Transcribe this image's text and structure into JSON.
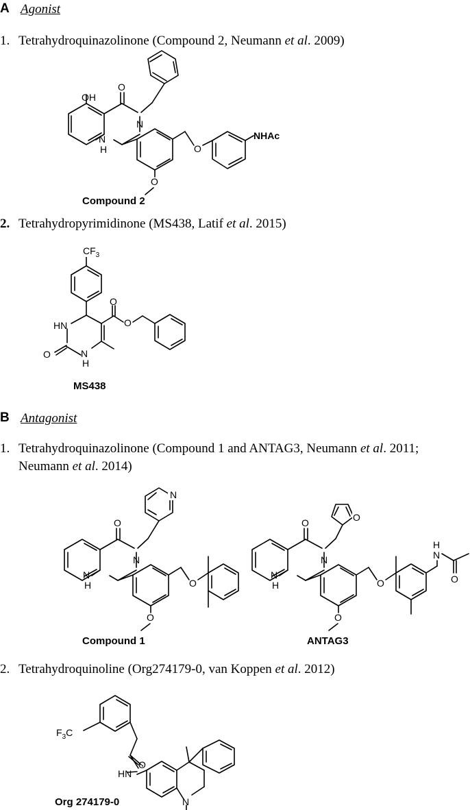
{
  "sections": [
    {
      "letter": "A",
      "title": "Agonist",
      "items": [
        {
          "num": "1.",
          "text_pre": "Tetrahydroquinazolinone (Compound 2, Neumann ",
          "etal": "et al",
          "text_post": ". 2009)"
        },
        {
          "num": "2.",
          "text_pre": "Tetrahydropyrimidinone (MS438, Latif ",
          "etal": "et al",
          "text_post": ". 2015)"
        }
      ]
    },
    {
      "letter": "B",
      "title": "Antagonist",
      "items": [
        {
          "num": "1.",
          "line1_pre": "Tetrahydroquinazolinone (Compound 1 and ANTAG3, Neumann ",
          "etal1": "et al",
          "line1_post": ". 2011;",
          "line2_pre": "Neumann ",
          "etal2": "et al",
          "line2_post": ". 2014)"
        },
        {
          "num": "2.",
          "text_pre": "Tetrahydroquinoline (Org274179-0, van Koppen ",
          "etal": "et al",
          "text_post": ". 2012)"
        }
      ]
    }
  ],
  "compounds": {
    "compound2": "Compound 2",
    "ms438": "MS438",
    "compound1": "Compound 1",
    "antag3": "ANTAG3",
    "org": "Org 274179-0"
  },
  "atoms": {
    "oh": "OH",
    "o": "O",
    "n": "N",
    "h": "H",
    "nh": "NH",
    "hn": "HN",
    "nhac": "NHAc",
    "cf3_a": "CF",
    "cf3_b": "3",
    "f3c_a": "F",
    "f3c_b": "3",
    "f3c_c": "C"
  }
}
